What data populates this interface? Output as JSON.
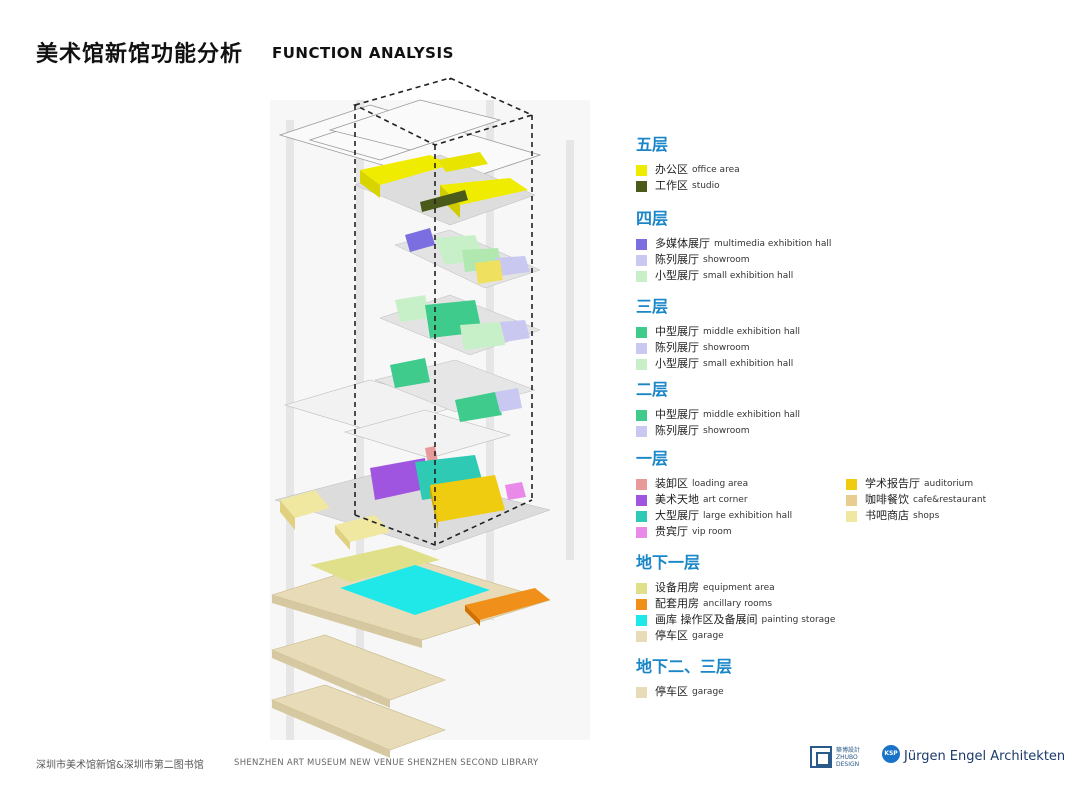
{
  "header": {
    "title_cn": "美术馆新馆功能分析",
    "title_en": "FUNCTION ANALYSIS"
  },
  "colors": {
    "office": "#f0ec00",
    "studio": "#4a5a1a",
    "multimedia": "#7a6ee0",
    "showroom": "#c8c8f0",
    "small_hall": "#c8f0c8",
    "middle_hall": "#3ecb8c",
    "loading": "#e89a9a",
    "art_corner": "#a055e0",
    "large_hall": "#2ecab4",
    "vip": "#ea8ae8",
    "auditorium": "#f0cc10",
    "cafe": "#e8cc90",
    "shops": "#f0e8a0",
    "equipment": "#e0e08a",
    "ancillary": "#f0901a",
    "painting_storage": "#20e8e8",
    "garage": "#e8dcb8",
    "heading": "#1a86c8"
  },
  "legend": {
    "f5": {
      "title": "五层",
      "items": [
        {
          "cn": "办公区",
          "en": "office area"
        },
        {
          "cn": "工作区",
          "en": "studio"
        }
      ]
    },
    "f4": {
      "title": "四层",
      "items": [
        {
          "cn": "多媒体展厅",
          "en": "multimedia exhibition hall"
        },
        {
          "cn": "陈列展厅",
          "en": "showroom"
        },
        {
          "cn": "小型展厅",
          "en": "small  exhibition hall"
        }
      ]
    },
    "f3": {
      "title": "三层",
      "items": [
        {
          "cn": "中型展厅",
          "en": "middle  exhibition hall"
        },
        {
          "cn": "陈列展厅",
          "en": "showroom"
        },
        {
          "cn": "小型展厅",
          "en": "small  exhibition hall"
        }
      ]
    },
    "f2": {
      "title": "二层",
      "items": [
        {
          "cn": "中型展厅",
          "en": "middle  exhibition hall"
        },
        {
          "cn": "陈列展厅",
          "en": "showroom"
        }
      ]
    },
    "f1": {
      "title": "一层",
      "left": [
        {
          "cn": "装卸区",
          "en": "loading area"
        },
        {
          "cn": "美术天地",
          "en": "art corner"
        },
        {
          "cn": "大型展厅",
          "en": "large exhibition hall"
        },
        {
          "cn": "贵宾厅",
          "en": "vip room"
        }
      ],
      "right": [
        {
          "cn": "学术报告厅",
          "en": "auditorium"
        },
        {
          "cn": "咖啡餐饮",
          "en": "cafe&restaurant"
        },
        {
          "cn": "书吧商店",
          "en": "shops"
        }
      ]
    },
    "b1": {
      "title": "地下一层",
      "items": [
        {
          "cn": "设备用房",
          "en": "equipment area"
        },
        {
          "cn": "配套用房",
          "en": "ancillary rooms"
        },
        {
          "cn": "画库 操作区及备展间",
          "en": "painting storage"
        },
        {
          "cn": "停车区",
          "en": "garage"
        }
      ]
    },
    "b23": {
      "title": "地下二、三层",
      "items": [
        {
          "cn": "停车区",
          "en": "garage"
        }
      ]
    }
  },
  "footer": {
    "cn": "深圳市美术馆新馆&深圳市第二图书馆",
    "en": "SHENZHEN ART MUSEUM NEW VENUE SHENZHEN SECOND LIBRARY",
    "logo_zhubo_top": "築博設計",
    "logo_zhubo_line2": "ZHUBO",
    "logo_zhubo_line3": "DESIGN",
    "logo_ksp": "KSP",
    "logo_je": "Jürgen Engel Architekten"
  }
}
